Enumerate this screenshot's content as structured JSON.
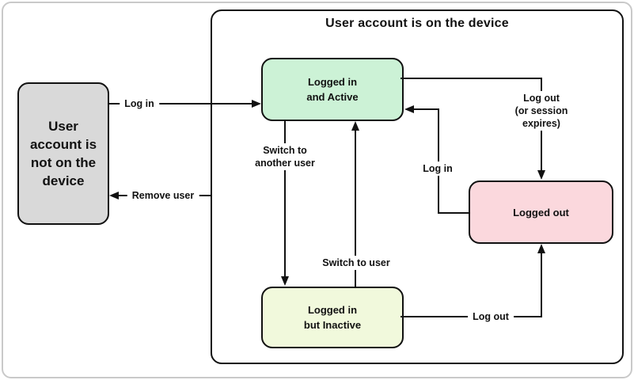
{
  "diagram": {
    "group_title": "User account is on the device",
    "nodes": {
      "not_on_device": {
        "label": "User\naccount is\nnot on the\ndevice"
      },
      "logged_in_active": {
        "label": "Logged in\nand Active"
      },
      "logged_out": {
        "label": "Logged out"
      },
      "logged_in_inactive": {
        "label": "Logged in\nbut Inactive"
      }
    },
    "edges": {
      "log_in_outer": {
        "label": "Log in"
      },
      "remove_user": {
        "label": "Remove user"
      },
      "switch_to_another_user": {
        "label": "Switch to\nanother user"
      },
      "switch_to_user": {
        "label": "Switch to user"
      },
      "log_in_inner": {
        "label": "Log in"
      },
      "log_out_session": {
        "label": "Log out\n(or session expires)"
      },
      "log_out_bottom": {
        "label": "Log out"
      }
    }
  },
  "colors": {
    "node-not-on-device": "#d9d9d9",
    "node-active": "#ccf2d6",
    "node-logged-out": "#fbd8dd",
    "node-inactive": "#f1f9dc",
    "line": "#111111",
    "frame": "#c9c9c9"
  }
}
